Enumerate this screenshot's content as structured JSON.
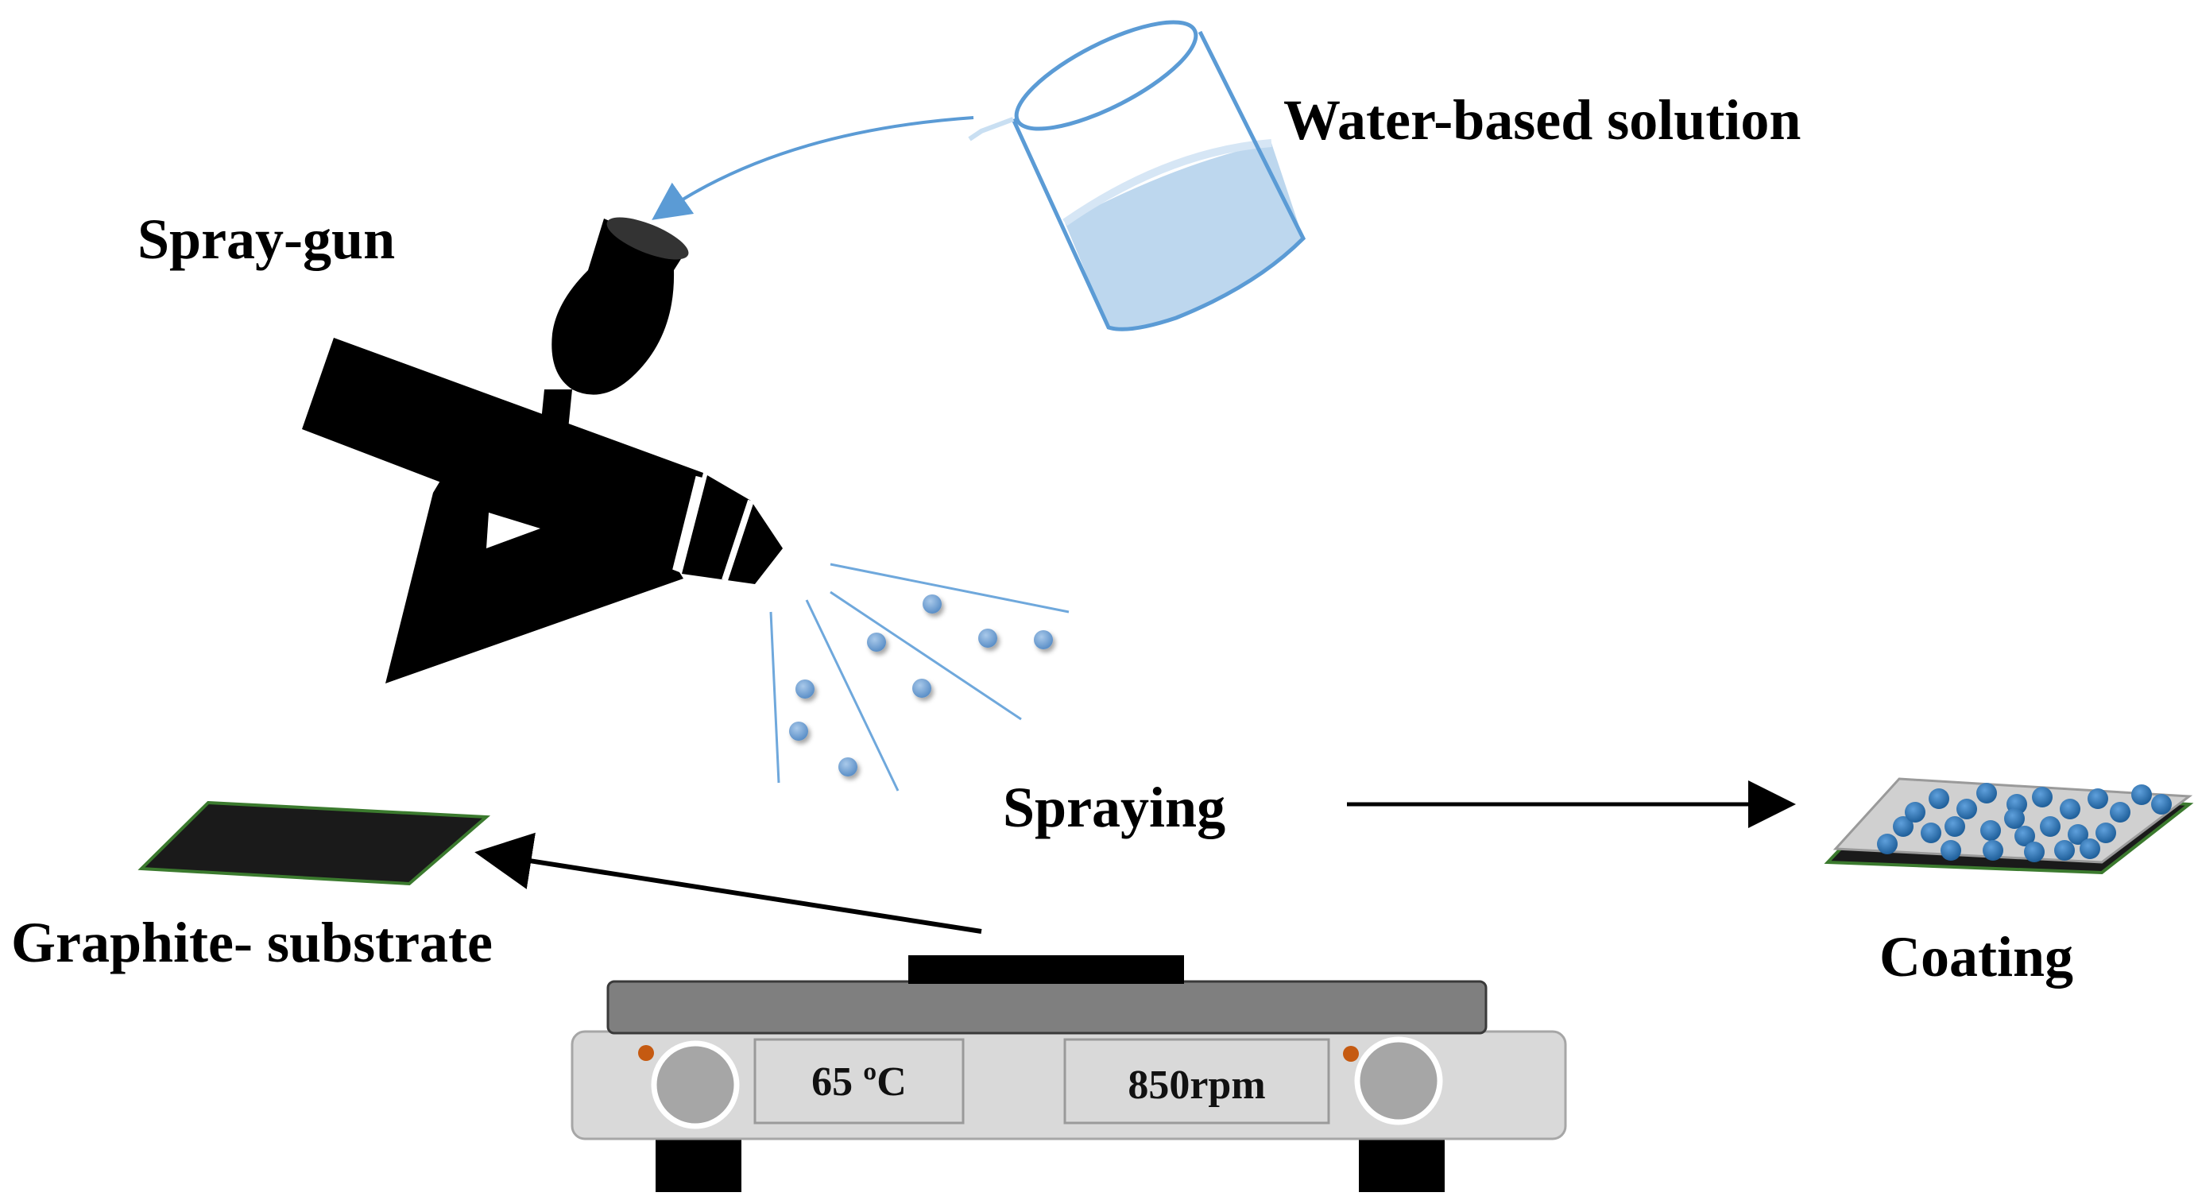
{
  "labels": {
    "water_solution": "Water-based solution",
    "spray_gun": "Spray-gun",
    "spraying": "Spraying",
    "graphite_substrate": "Graphite- substrate",
    "coating": "Coating"
  },
  "hotplate": {
    "temperature": "65 ºC",
    "speed": "850rpm"
  },
  "colors": {
    "droplet": "#6fa8dc",
    "solution": "#bdd7ee",
    "beaker_outline": "#5b9bd5",
    "coating_particle": "#2e75b6",
    "substrate": "#1a1a1a",
    "substrate_edge": "#3b7a2e",
    "hotplate_body": "#d9d9d9",
    "hotplate_top": "#7f7f7f",
    "knob_indicator": "#c55a11"
  }
}
